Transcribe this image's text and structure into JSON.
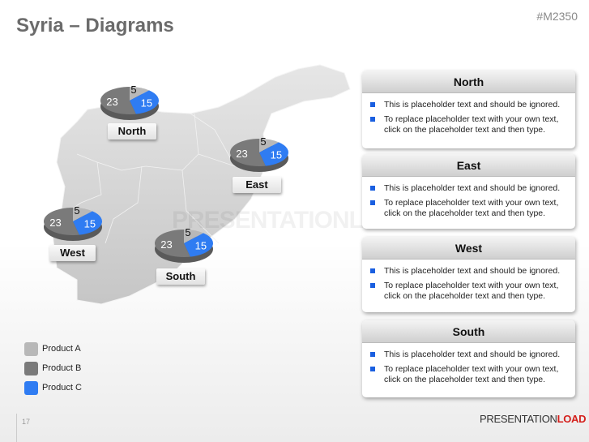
{
  "header": {
    "title": "Syria – Diagrams",
    "code": "#M2350"
  },
  "watermark": "PRESENTATIONLOAD",
  "chart_data": {
    "type": "pie",
    "colors": {
      "Product A": "#b8b8b8",
      "Product B": "#7a7a7a",
      "Product C": "#2f7cf2"
    },
    "pies": [
      {
        "region": "North",
        "values": {
          "Product A": 5,
          "Product B": 23,
          "Product C": 15
        }
      },
      {
        "region": "East",
        "values": {
          "Product A": 5,
          "Product B": 23,
          "Product C": 15
        }
      },
      {
        "region": "West",
        "values": {
          "Product A": 5,
          "Product B": 23,
          "Product C": 15
        }
      },
      {
        "region": "South",
        "values": {
          "Product A": 5,
          "Product B": 23,
          "Product C": 15
        }
      }
    ]
  },
  "panels": [
    {
      "title": "North",
      "bullets": [
        "This is placeholder text and should be ignored.",
        "To replace placeholder text with your own text, click on the placeholder text and then type."
      ]
    },
    {
      "title": "East",
      "bullets": [
        "This is placeholder text and should be ignored.",
        "To replace placeholder text with your own text, click on the placeholder text and then type."
      ]
    },
    {
      "title": "West",
      "bullets": [
        "This is placeholder text and should be ignored.",
        "To replace placeholder text with your own text, click on the placeholder text and then type."
      ]
    },
    {
      "title": "South",
      "bullets": [
        "This is placeholder text and should be ignored.",
        "To replace placeholder text with your own text, click on the placeholder text and then type."
      ]
    }
  ],
  "legend": [
    {
      "label": "Product A",
      "color": "#b8b8b8"
    },
    {
      "label": "Product B",
      "color": "#7a7a7a"
    },
    {
      "label": "Product C",
      "color": "#2f7cf2"
    }
  ],
  "footer": {
    "page": "17",
    "logo_a": "PRESENTATION",
    "logo_b": "LOAD"
  }
}
